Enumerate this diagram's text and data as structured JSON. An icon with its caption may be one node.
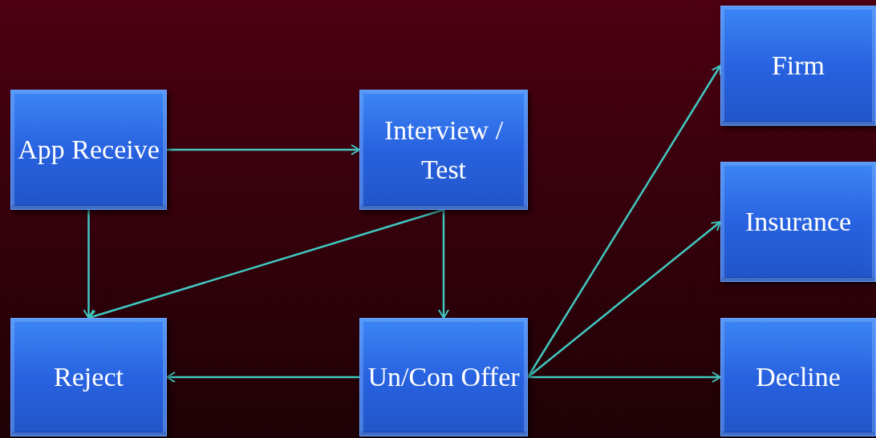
{
  "diagram": {
    "nodes": [
      {
        "text": [
          "App Receive"
        ]
      },
      {
        "text": [
          "Interview / Test"
        ]
      },
      {
        "text": [
          "Reject"
        ]
      },
      {
        "text": [
          "Un/Con Offer"
        ]
      },
      {
        "text": [
          "Firm"
        ]
      },
      {
        "text": [
          "Insurance"
        ]
      },
      {
        "text": [
          "Decline"
        ]
      }
    ],
    "edges": [
      {
        "from": 0,
        "to": 1,
        "arrow": "to"
      },
      {
        "from": 0,
        "to": 2,
        "arrow": "to"
      },
      {
        "from": 1,
        "to": 2,
        "arrow": "to"
      },
      {
        "from": 1,
        "to": 3,
        "arrow": "to"
      },
      {
        "from": 3,
        "to": 2,
        "arrow": "to"
      },
      {
        "from": 3,
        "to": 4,
        "arrow": "to"
      },
      {
        "from": 3,
        "to": 5,
        "arrow": "to"
      },
      {
        "from": 3,
        "to": 6,
        "arrow": "to"
      }
    ]
  }
}
